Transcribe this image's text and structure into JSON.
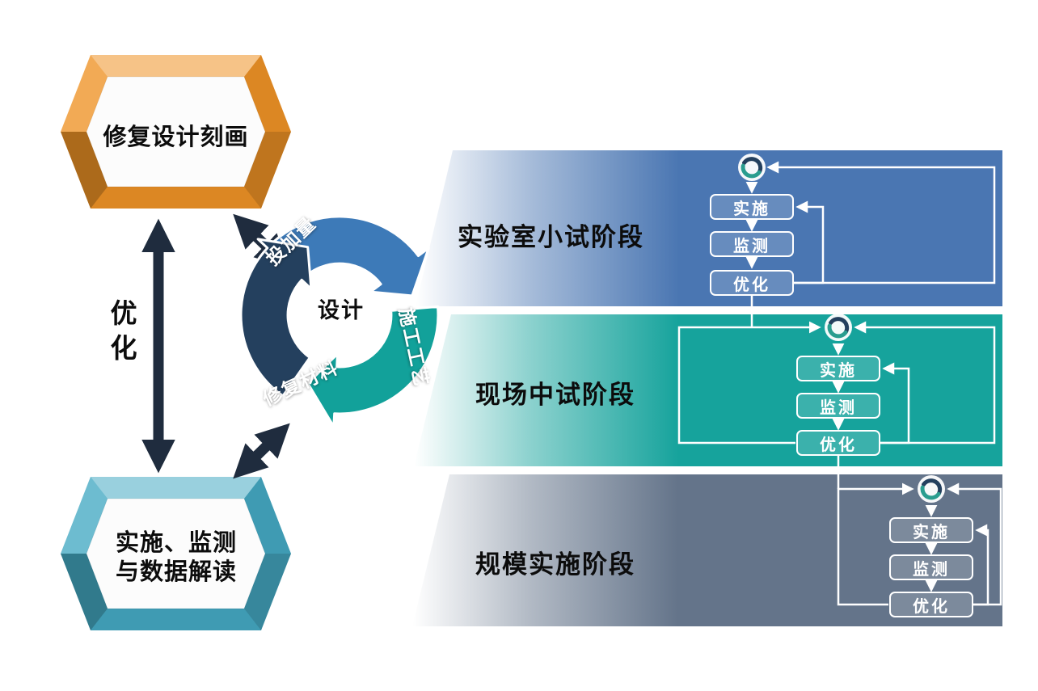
{
  "diagram": {
    "left": {
      "top_box": {
        "label": "修复设计刻画",
        "color": "#ef9326"
      },
      "bottom_box": {
        "line1": "实施、监测",
        "line2": "与数据解读",
        "color": "#45a9c3"
      },
      "vertical_arrow_label": "优化",
      "arrow_color": "#1f2c3e"
    },
    "cycle": {
      "center_label": "设计",
      "segments": [
        {
          "label": "投加量",
          "color": "#3d7ab8"
        },
        {
          "label": "施工工艺",
          "color": "#12a19a"
        },
        {
          "label": "修复材料",
          "color": "#24405e"
        }
      ],
      "icon_colors": {
        "dark": "#24405e",
        "teal": "#2a9d8f"
      }
    },
    "stages": [
      {
        "title": "实验室小试阶段",
        "color": "#4a76b2",
        "steps": [
          "实施",
          "监测",
          "优化"
        ]
      },
      {
        "title": "现场中试阶段",
        "color": "#16a39c",
        "steps": [
          "实施",
          "监测",
          "优化"
        ]
      },
      {
        "title": "规模实施阶段",
        "color": "#64748a",
        "steps": [
          "实施",
          "监测",
          "优化"
        ]
      }
    ]
  }
}
